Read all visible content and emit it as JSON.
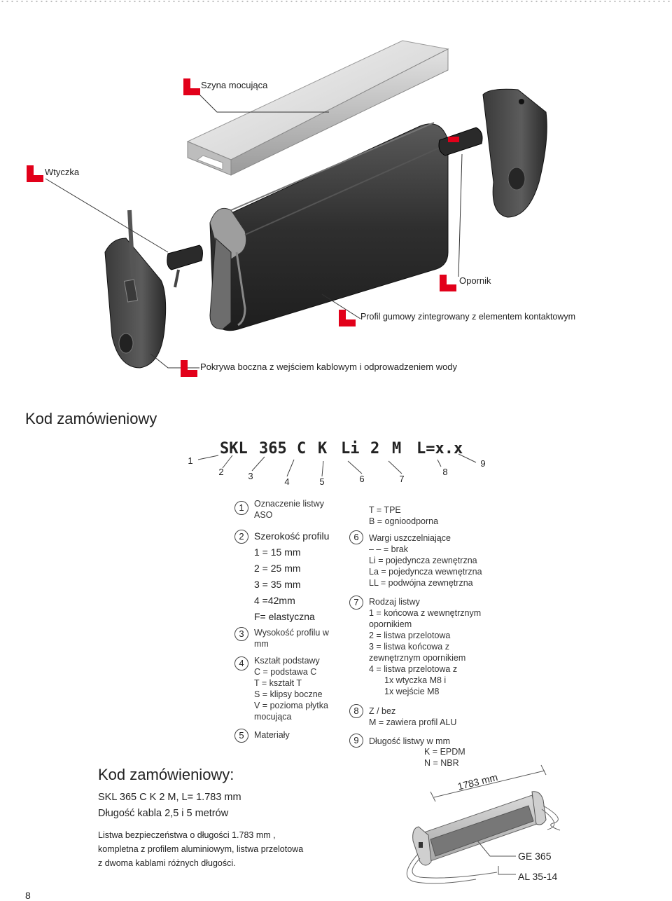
{
  "callouts": {
    "rail": "Szyna mocująca",
    "plug": "Wtyczka",
    "stop": "Opornik",
    "profile": "Profil gumowy zintegrowany z elementem kontaktowym",
    "cover": "Pokrywa boczna z wejściem kablowym i odprowadzeniem wody"
  },
  "order_heading": "Kod zamówieniowy",
  "code": {
    "parts": [
      "SKL",
      "365",
      "C",
      "K",
      "Li",
      "2",
      "M",
      "L=x.x"
    ],
    "numbers": [
      "1",
      "2",
      "3",
      "4",
      "5",
      "6",
      "7",
      "8",
      "9"
    ]
  },
  "legend_left": {
    "n1": "1",
    "i1": [
      "Oznaczenie listwy",
      "ASO"
    ],
    "n2": "2",
    "i2_title": "Szerokość profilu",
    "i2_values": [
      "1 = 15 mm",
      "2 = 25 mm",
      "3 = 35 mm",
      "4 =42mm",
      "F= elastyczna"
    ],
    "n3": "3",
    "i3": [
      "Wysokość profilu w",
      "mm"
    ],
    "n4": "4",
    "i4": [
      "Kształt podstawy",
      "C = podstawa C",
      "T = kształt T",
      "S = klipsy boczne",
      "V = pozioma płytka",
      "mocująca"
    ],
    "n5": "5",
    "i5": "Materiały"
  },
  "legend_right": {
    "materials": [
      "T = TPE",
      "B = ognioodporna"
    ],
    "n6": "6",
    "i6": [
      "Wargi uszczelniające",
      "– – = brak",
      "Li = pojedyncza zewnętrzna",
      "La = pojedyncza wewnętrzna",
      "LL = podwójna zewnętrzna"
    ],
    "n7": "7",
    "i7": [
      "Rodzaj listwy",
      "1 = końcowa z wewnętrznym",
      "opornikiem",
      "2 = listwa przelotowa",
      "3 = listwa końcowa z",
      "zewnętrznym opornikiem",
      "4 = listwa przelotowa z"
    ],
    "i7_sub": [
      "1x wtyczka M8 i",
      "1x wejście M8"
    ],
    "n8": "8",
    "i8": [
      "Z  / bez",
      "M = zawiera profil  ALU"
    ],
    "n9": "9",
    "i9": "Długość listwy w mm",
    "i9_extra": [
      "K = EPDM",
      "N = NBR"
    ]
  },
  "example": {
    "title": "Kod zamówieniowy:",
    "line1": "SKL 365 C K 2 M, L= 1.783 mm",
    "line2": "Długość kabla 2,5 i 5 metrów",
    "desc": [
      "Listwa bezpieczeństwa o długości 1.783 mm ,",
      "kompletna z profilem aluminiowym, listwa przelotowa",
      "z dwoma kablami różnych długości."
    ],
    "dimension": "1783 mm",
    "ge": "GE 365",
    "al": "AL 35-14"
  },
  "page_number": "8"
}
